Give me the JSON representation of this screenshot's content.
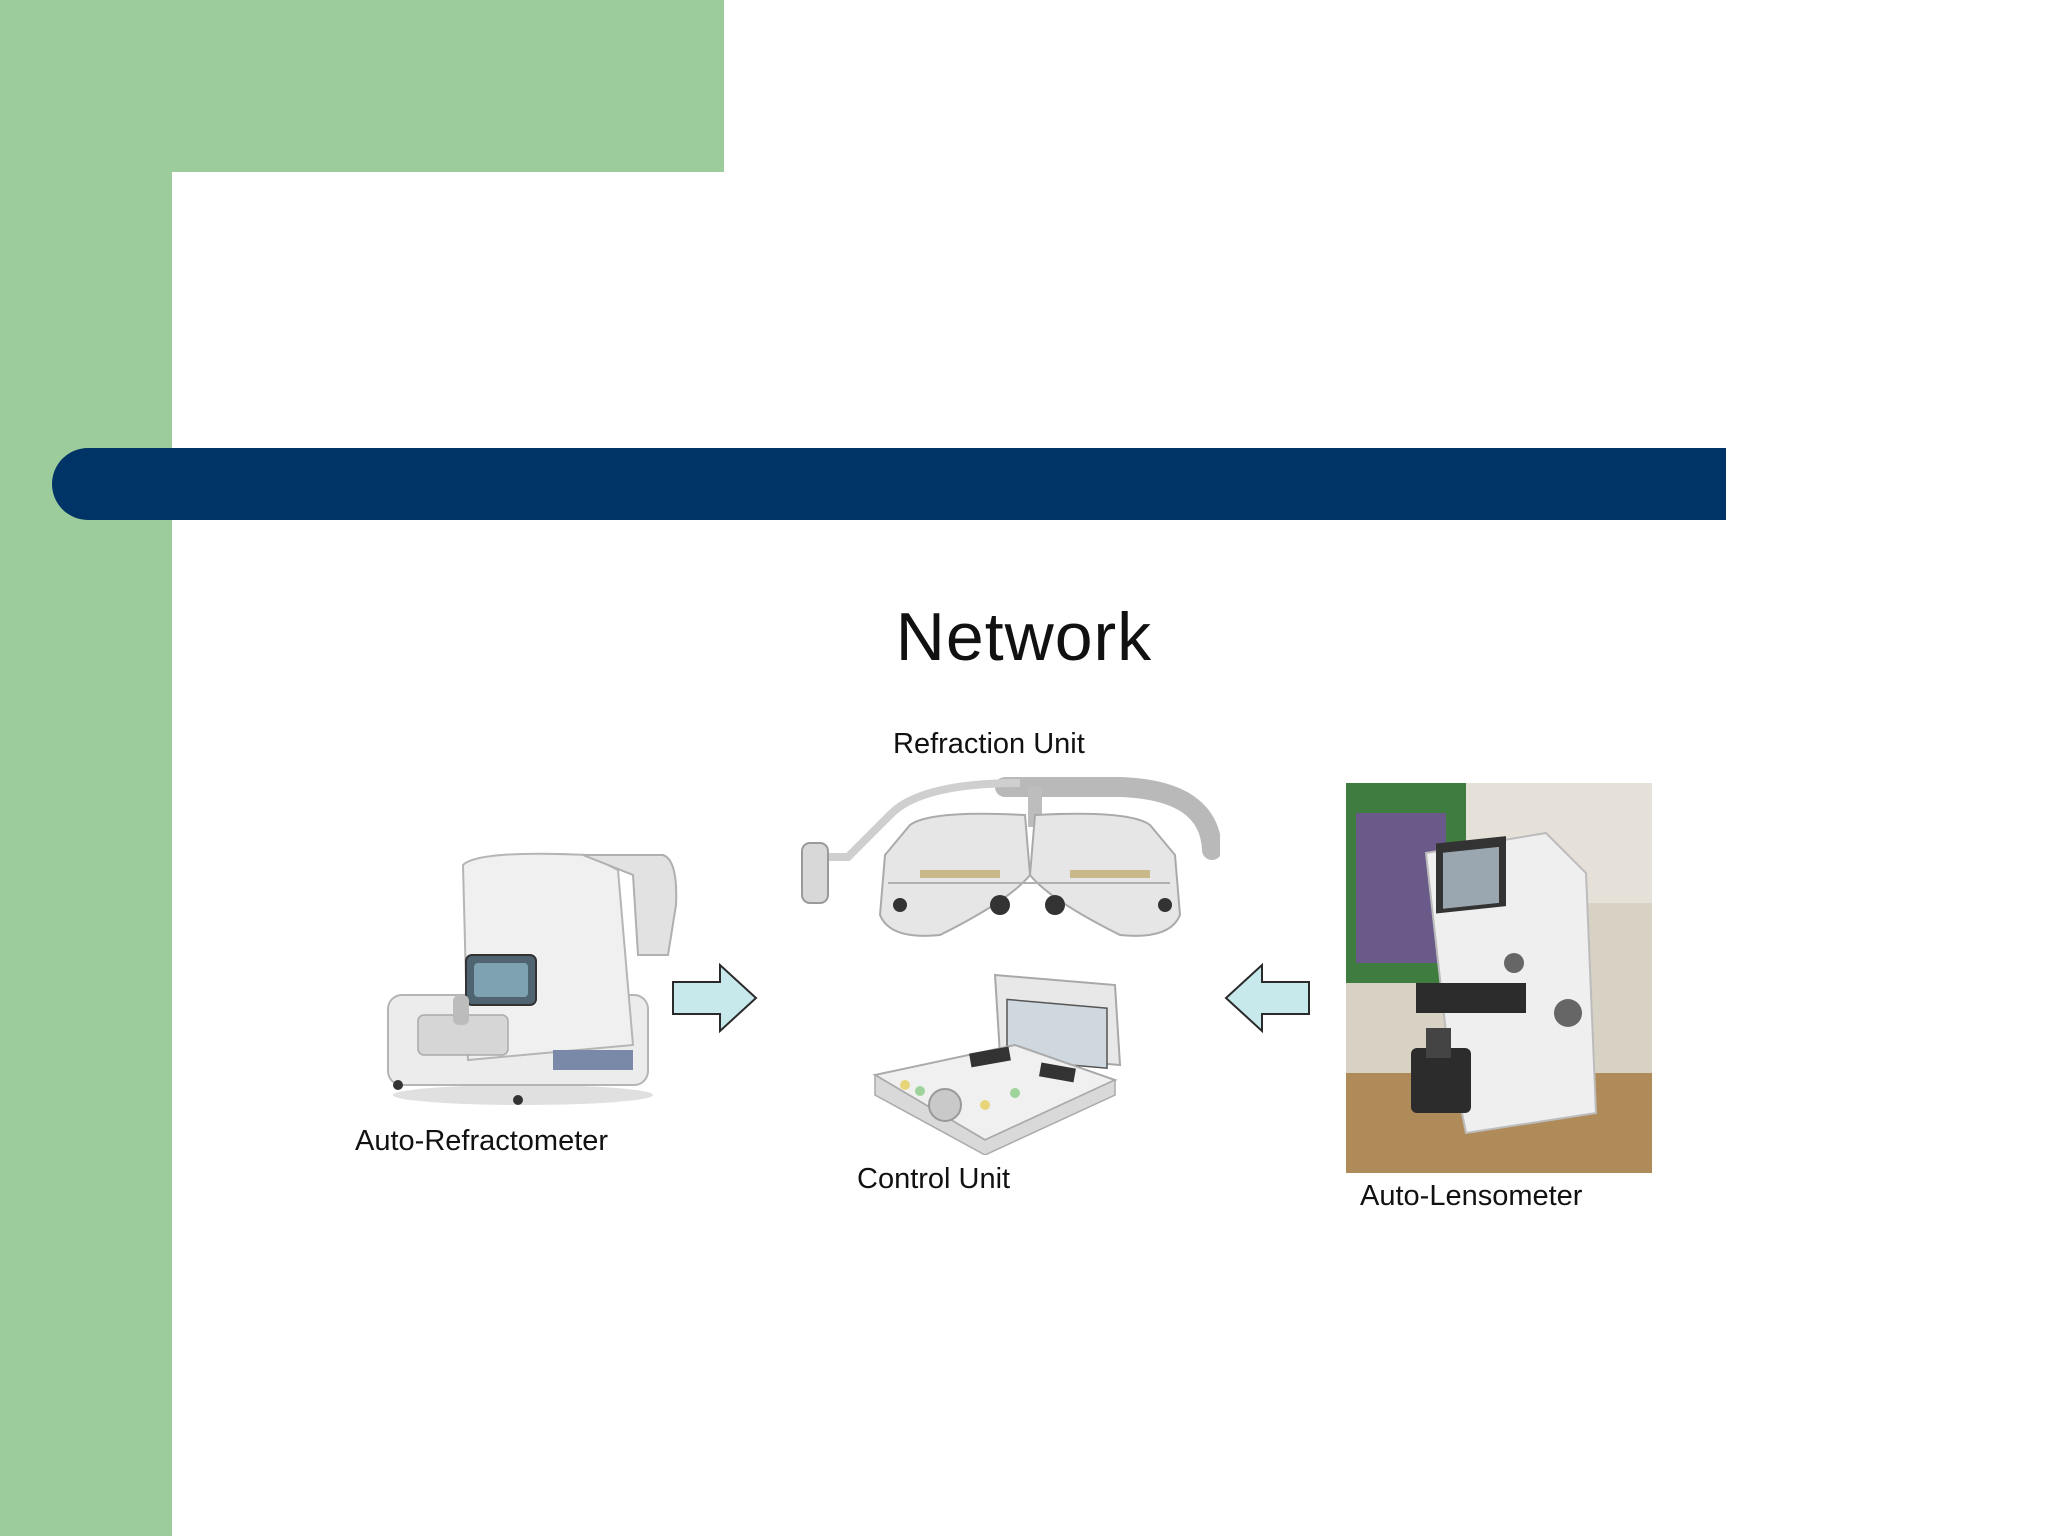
{
  "diagram": {
    "title": "Network",
    "devices": {
      "refraction_unit": "Refraction Unit",
      "auto_refractometer": "Auto-Refractometer",
      "control_unit": "Control Unit",
      "auto_lensometer": "Auto-Lensometer"
    }
  },
  "colors": {
    "green": "#9ccc9b",
    "navy": "#003366",
    "arrow_fill": "#c7e9ec",
    "arrow_stroke": "#2a2a2a"
  }
}
